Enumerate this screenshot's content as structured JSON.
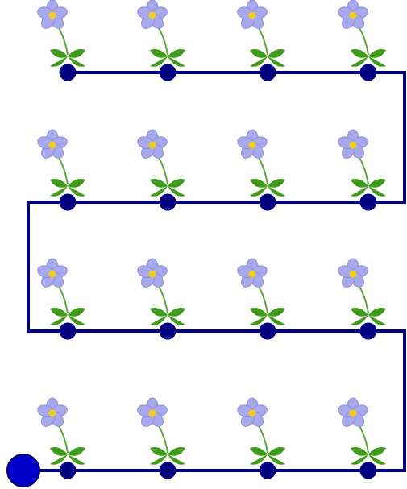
{
  "game": {
    "rows": 4,
    "cols": 4,
    "player_cell": "start",
    "colors": {
      "path": "#000080",
      "node": "#000080",
      "player": "#0000cc",
      "player_outline": "#000066",
      "petal": "#a8a8ec",
      "petal_outline": "#8e8ed8",
      "flower_center": "#f2cc20",
      "stem": "#5aa83a",
      "leaf": "#3e9c1a",
      "background": "#ffffff"
    },
    "icons": {
      "flower": "flower-icon",
      "node": "path-node",
      "player": "player-token"
    }
  }
}
